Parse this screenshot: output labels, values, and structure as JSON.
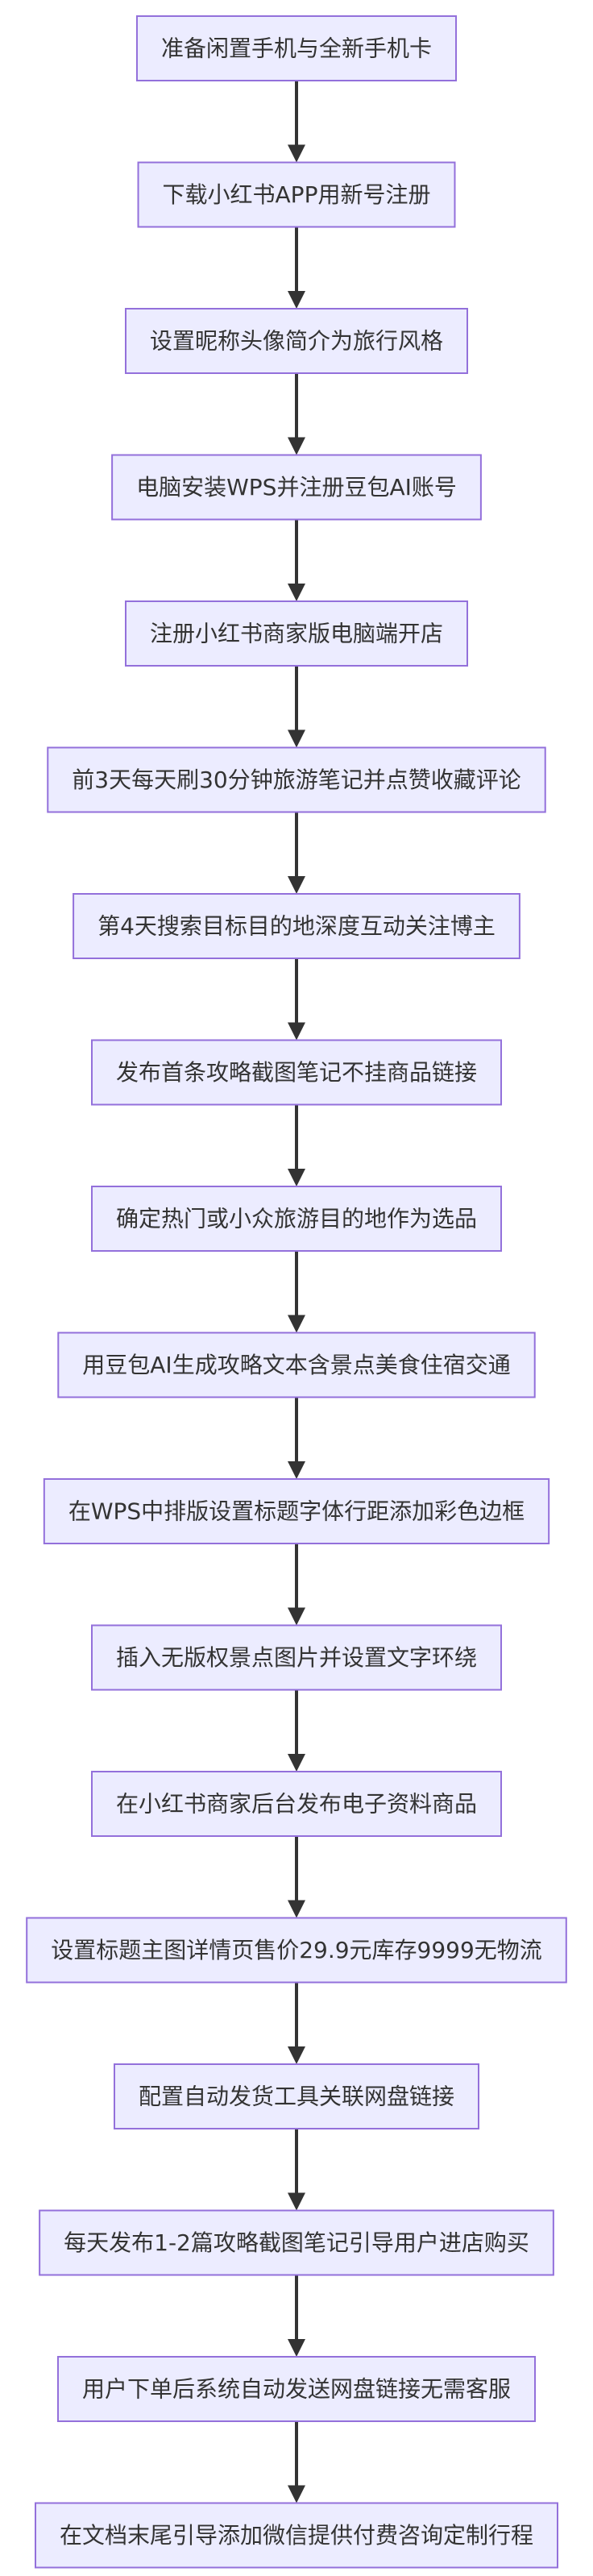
{
  "diagram": {
    "type": "flowchart",
    "direction": "top-to-bottom",
    "colors": {
      "node_fill": "#ECECFF",
      "node_border": "#9370DB",
      "text": "#333333",
      "edge": "#333333"
    },
    "steps": [
      "准备闲置手机与全新手机卡",
      "下载小红书APP用新号注册",
      "设置昵称头像简介为旅行风格",
      "电脑安装WPS并注册豆包AI账号",
      "注册小红书商家版电脑端开店",
      "前3天每天刷30分钟旅游笔记并点赞收藏评论",
      "第4天搜索目标目的地深度互动关注博主",
      "发布首条攻略截图笔记不挂商品链接",
      "确定热门或小众旅游目的地作为选品",
      "用豆包AI生成攻略文本含景点美食住宿交通",
      "在WPS中排版设置标题字体行距添加彩色边框",
      "插入无版权景点图片并设置文字环绕",
      "在小红书商家后台发布电子资料商品",
      "设置标题主图详情页售价29.9元库存9999无物流",
      "配置自动发货工具关联网盘链接",
      "每天发布1-2篇攻略截图笔记引导用户进店购买",
      "用户下单后系统自动发送网盘链接无需客服",
      "在文档末尾引导添加微信提供付费咨询定制行程"
    ]
  }
}
